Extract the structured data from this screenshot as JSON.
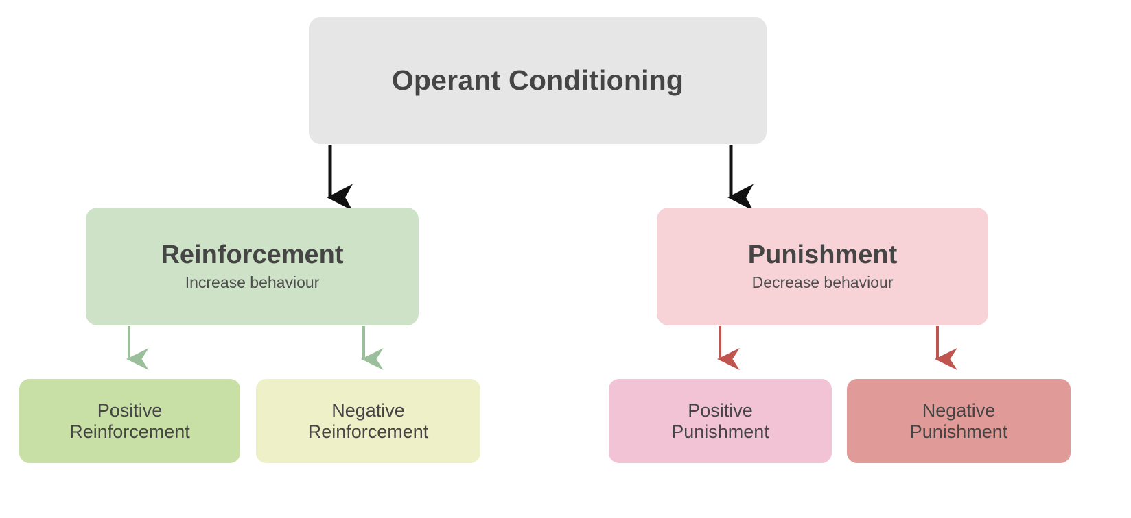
{
  "diagram": {
    "title": "Operant Conditioning",
    "type": "hierarchy-tree",
    "background_color": "#ffffff",
    "root": {
      "label": "Operant Conditioning",
      "fill": "#e6e6e6",
      "text_color": "#454545"
    },
    "branches": [
      {
        "label": "Reinforcement",
        "subtitle": "Increase behaviour",
        "fill": "#cde2c6",
        "arrow_color": "#9bbf9b",
        "children": [
          {
            "line1": "Positive",
            "line2": "Reinforcement",
            "fill": "#c8dfa6"
          },
          {
            "line1": "Negative",
            "line2": "Reinforcement",
            "fill": "#eef0c8"
          }
        ]
      },
      {
        "label": "Punishment",
        "subtitle": "Decrease behaviour",
        "fill": "#f7d3d8",
        "arrow_color": "#c0544f",
        "children": [
          {
            "line1": "Positive",
            "line2": "Punishment",
            "fill": "#f2c3d4"
          },
          {
            "line1": "Negative",
            "line2": "Punishment",
            "fill": "#e09a97"
          }
        ]
      }
    ],
    "connectors": {
      "root_arrow_color": "#111111",
      "reinforcement_arrow_color": "#9bbf9b",
      "punishment_arrow_color": "#c0544f"
    }
  }
}
